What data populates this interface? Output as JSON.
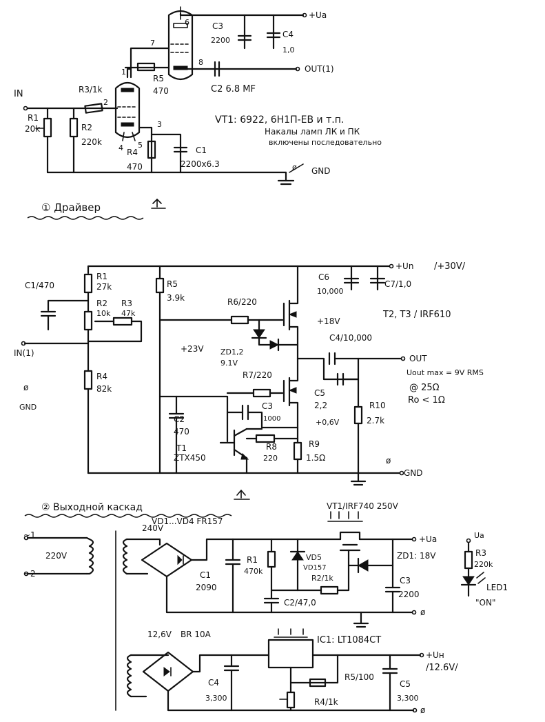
{
  "driver": {
    "in": "IN",
    "r1": "R1",
    "r1v": "20k",
    "r2": "R2",
    "r2v": "220k",
    "r3": "R3/1k",
    "r4": "R4",
    "r4v": "470",
    "r5": "R5",
    "r5v": "470",
    "c1": "C1",
    "c1v": "2200x6.3",
    "c2": "C2 6.8 MF",
    "c3": "C3",
    "c3v": "2200",
    "c4": "C4",
    "c4v": "1,0",
    "ua": "+Ua",
    "out": "OUT(1)",
    "gnd": "GND",
    "gnd_sym": "ø",
    "pins": [
      "6",
      "7",
      "8",
      "1",
      "2",
      "3",
      "4",
      "5"
    ],
    "note1": "VT1: 6922, 6Н1П-ЕВ и т.п.",
    "note2": "Накалы ламп ЛК и ПК",
    "note3": "включены последовательно",
    "title": "① Драйвер"
  },
  "output": {
    "c1": "C1/470",
    "r1": "R1",
    "r1v": "27k",
    "r2": "R2",
    "r2v": "10k",
    "r3": "R3",
    "r3v": "47k",
    "r4": "R4",
    "r4v": "82k",
    "r5": "R5",
    "r5v": "3.9k",
    "r6": "R6/220",
    "r7": "R7/220",
    "r8": "R8",
    "r8v": "220",
    "r9": "R9",
    "r9v": "1.5Ω",
    "r10": "R10",
    "r10v": "2.7k",
    "c2": "C2",
    "c2v": "470",
    "c3": "C3",
    "c3v": "1000",
    "c4": "C4/10,000",
    "c5": "C5",
    "c5v": "2,2",
    "c6": "C6",
    "c6v": "10,000",
    "c7": "C7/1,0",
    "t1": "T1",
    "t1v": "ZTX450",
    "zd": "ZD1,2",
    "zdv": "9.1V",
    "v23": "+23V",
    "v18": "+18V",
    "v06": "+0,6V",
    "up": "+Un",
    "v30": "/+30V/",
    "t23": "T2, T3 / IRF610",
    "in": "IN(1)",
    "phi": "ø",
    "gnd": "GND",
    "out": "OUT",
    "spec1": "Uout max = 9V RMS",
    "spec2": "@ 25Ω",
    "spec3": "Ro < 1Ω",
    "title": "② Выходной каскад"
  },
  "psu": {
    "vd": "VD1...VD4 FR157",
    "vt": "VT1/IRF740 250V",
    "l1": "~1",
    "l2": "~2",
    "v220": "220V",
    "v240": "240V",
    "c1": "C1",
    "c1v": "2090",
    "r1": "R1",
    "r1v": "470k",
    "vd5": "VD5",
    "vd5b": "VD157",
    "r2": "R2/1k",
    "c2": "C2/47,0",
    "zd": "ZD1: 18V",
    "c3": "C3",
    "c3v": "2200",
    "ua": "+Ua",
    "ua2": "Ua",
    "r3": "R3",
    "r3v": "220k",
    "led": "LED1",
    "on": "\"ON\"",
    "v126": "12,6V",
    "br": "BR 10A",
    "ic": "IC1: LT1084CT",
    "c4": "C4",
    "c4v": "3,300",
    "r5": "R5/100",
    "r4": "R4/1k",
    "c5": "C5",
    "c5v": "3,300",
    "uh": "+Uн",
    "v126b": "/12.6V/",
    "phi": "ø"
  }
}
